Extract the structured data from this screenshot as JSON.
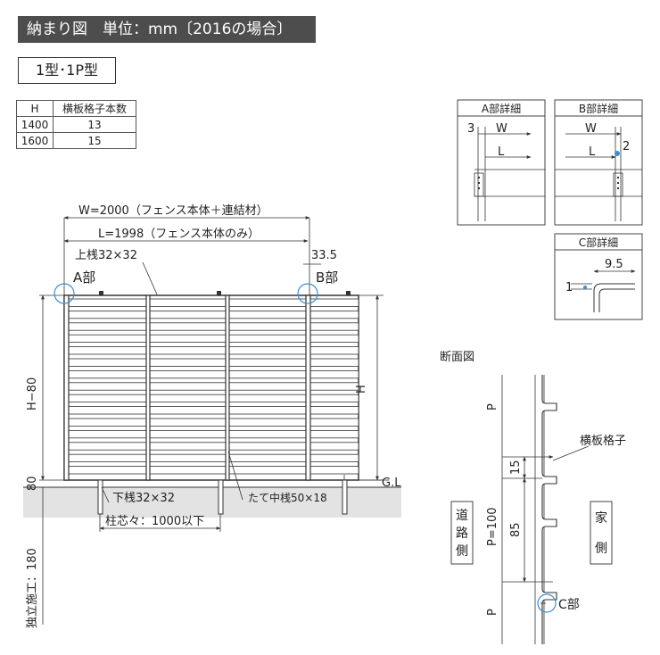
{
  "header": {
    "title": "納まり図　単位：mm〔2016の場合〕",
    "type_label": "1型･1P型"
  },
  "spec_table": {
    "headers": [
      "H",
      "横板格子本数"
    ],
    "rows": [
      [
        "1400",
        "13"
      ],
      [
        "1600",
        "15"
      ]
    ]
  },
  "front_view": {
    "w_dim": "W=2000（フェンス本体＋連結材）",
    "l_dim": "L=1998（フェンス本体のみ）",
    "top_rail": "上桟32×32",
    "offset_dim": "33.5",
    "part_a": "A部",
    "part_b": "B部",
    "h_dim": "H",
    "h_minus": "H−80",
    "dim_80": "80",
    "dim_180": "180",
    "gl": "G.L",
    "bottom_rail": "下桟32×32",
    "mid_post": "たて中桟50×18",
    "post_pitch": "柱芯々：1000以下",
    "independent": "独立施工："
  },
  "detail_a": {
    "title": "A部詳細",
    "dim_3": "3",
    "dim_w": "W",
    "dim_l": "L"
  },
  "detail_b": {
    "title": "B部詳細",
    "dim_w": "W",
    "dim_l": "L",
    "dim_2": "2"
  },
  "detail_c": {
    "title": "C部詳細",
    "dim_95": "9.5",
    "dim_1": "1"
  },
  "section": {
    "title": "断面図",
    "slat_label": "横板格子",
    "dim_p": "P",
    "dim_15": "15",
    "dim_p100": "P=100",
    "dim_85": "85",
    "road_side": [
      "道",
      "路",
      "側"
    ],
    "house_side": [
      "家",
      "側"
    ],
    "part_c": "C部"
  }
}
